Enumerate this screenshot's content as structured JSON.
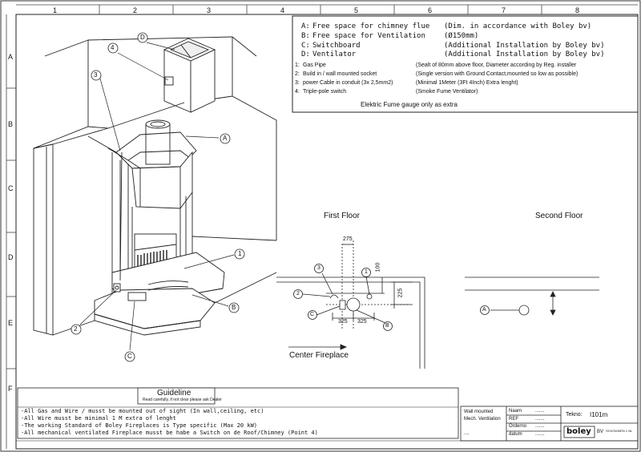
{
  "columns": [
    "1",
    "2",
    "3",
    "4",
    "5",
    "6",
    "7",
    "8"
  ],
  "rows": [
    "A",
    "B",
    "C",
    "D",
    "E",
    "F"
  ],
  "legend": {
    "main": [
      {
        "key": "A:",
        "label": "Free space for chimney flue",
        "note": "(Dim. in accordance with Boley bv)"
      },
      {
        "key": "B:",
        "label": "Free space for Ventilation",
        "note": "(Ø150mm)"
      },
      {
        "key": "C:",
        "label": "Switchboard",
        "note": "(Additional Installation by Boley bv)"
      },
      {
        "key": "D:",
        "label": "Ventilator",
        "note": "(Additional Installation by Boley bv)"
      }
    ],
    "sub": [
      {
        "key": "1:",
        "label": "Gas Pipe",
        "note": "(Sealt of 80mm above floor, Diameter according by Reg. installer"
      },
      {
        "key": "2:",
        "label": "Build in / wall mounted socket",
        "note": "(Single version with Ground Contact,mounted so low as possible)"
      },
      {
        "key": "3:",
        "label": "power Cable in conduit (3x 2,5mm2)",
        "note": "(Minimal 1Meter (3Ft 4Inch) Extra lenght)"
      },
      {
        "key": "4:",
        "label": "Triple-pole switch",
        "note": "(Smoke Fume Ventilator)"
      }
    ],
    "footer": "Elektric Fume gauge only as extra"
  },
  "labels": {
    "first_floor": "First Floor",
    "second_floor": "Second Floor",
    "center_fireplace": "Center Fireplace"
  },
  "callouts": {
    "A": "A",
    "B": "B",
    "C": "C",
    "D": "D",
    "n1": "1",
    "n2": "2",
    "n3": "3",
    "n4": "4"
  },
  "dimensions": {
    "d275": "275",
    "d100": "100",
    "d225": "225",
    "d325a": "325",
    "d325b": "325"
  },
  "guideline": {
    "title": "Guideline",
    "subtitle": "Read carefully, if not clear please ask Dealer",
    "lines": [
      "-All Gas and Wire / musst be mounted out of sight (In wall,ceiling, etc)",
      "-All Wire musst be minimal 1 M extra of lenght",
      "-The working Standard of Boley Fireplaces is Type specific (Max 20 kW)",
      "-All mechanical ventilated Fireplace musst be habe a Switch on de Roof/Chimney (Point 4)"
    ]
  },
  "titleblock": {
    "desc1": "Wall mounted",
    "desc2": "Mech. Ventilation",
    "desc3": "....",
    "f1": "Naam",
    "f2": "REF",
    "f3": "Orderno",
    "f4": "datum",
    "dots": ".......",
    "tekno_label": "Tekno:",
    "tekno_value": "I101m",
    "logo": "boley",
    "logo_suffix": "BV",
    "addr": "SCHOUWEN 1 NL"
  }
}
